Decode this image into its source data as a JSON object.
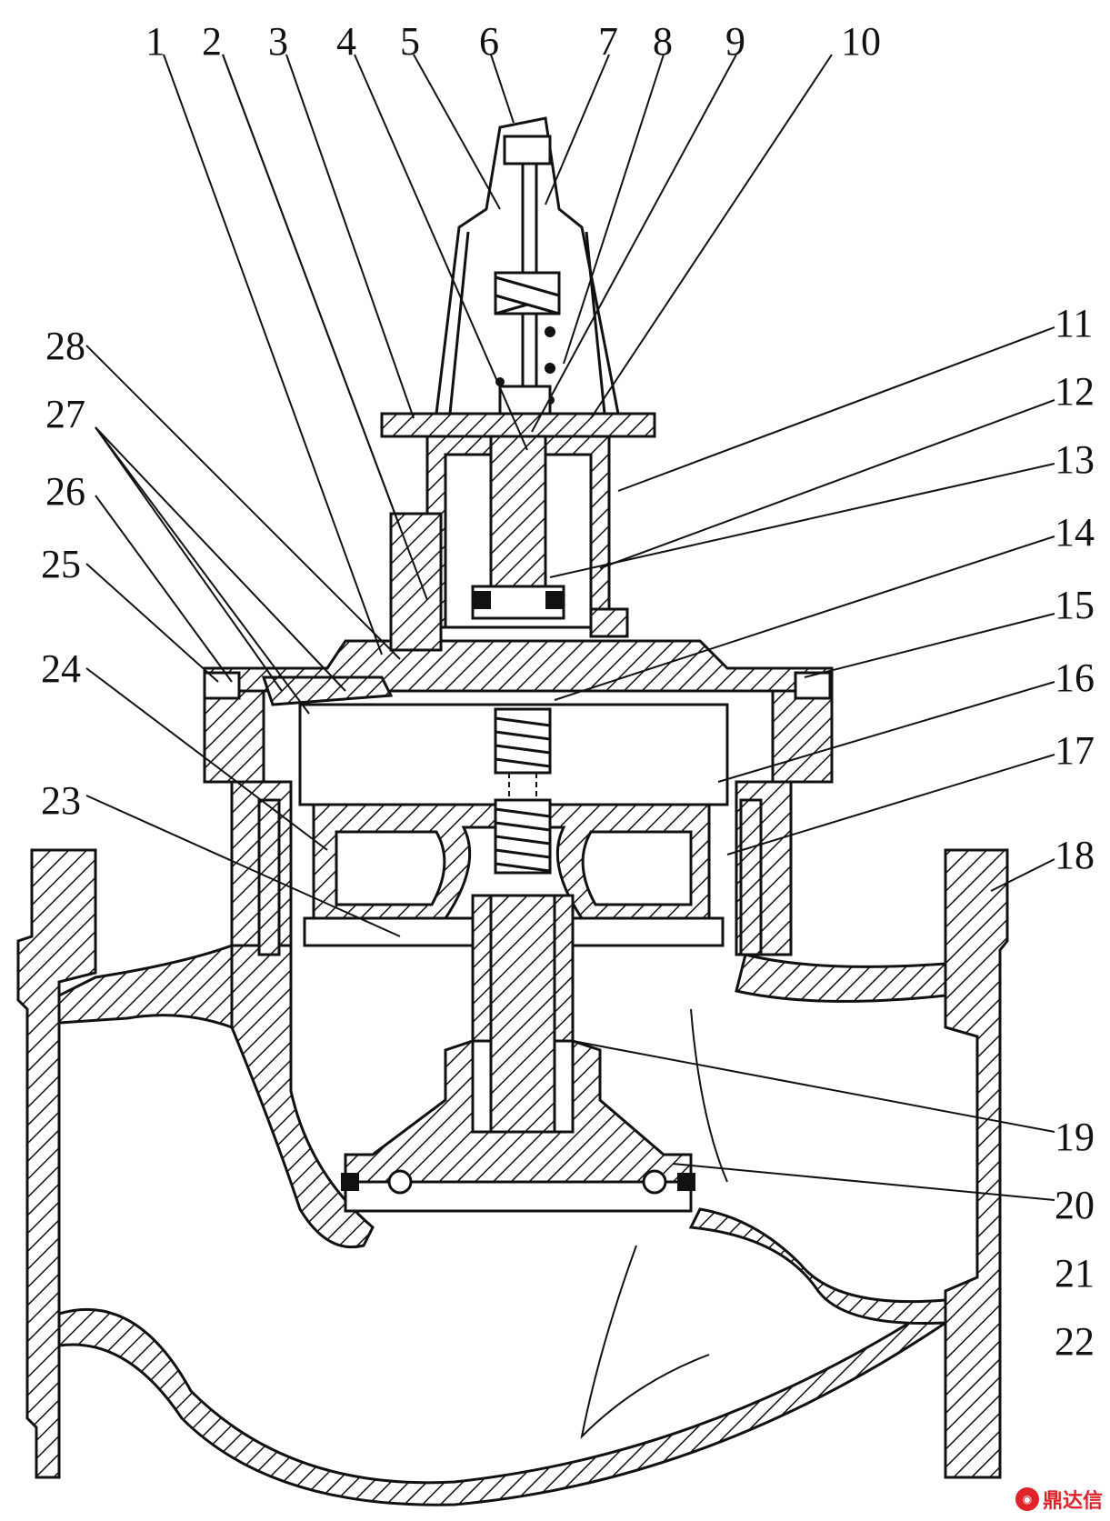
{
  "diagram": {
    "part_numbers": [
      "1",
      "2",
      "3",
      "4",
      "5",
      "6",
      "7",
      "8",
      "9",
      "10",
      "11",
      "12",
      "13",
      "14",
      "15",
      "16",
      "17",
      "18",
      "19",
      "20",
      "21",
      "22",
      "23",
      "24",
      "25",
      "26",
      "27",
      "28"
    ]
  },
  "colors": {
    "ink": "#111111",
    "background": "#ffffff",
    "watermark_red": "#e0222a"
  },
  "watermark": {
    "text": "鼎达信",
    "icon": "logo-icon"
  }
}
